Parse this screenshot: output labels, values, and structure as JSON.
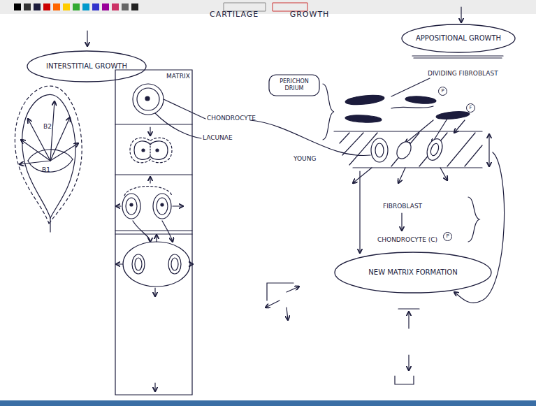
{
  "diagram": {
    "title": "CARTILAGE GROWTH",
    "nodes": [
      {
        "text": [
          "INTERSTITIAL GROWTH"
        ]
      },
      {
        "text": [
          "APPOSITIONAL GROWTH"
        ]
      },
      {
        "text": [
          "PERICHON DRIUM"
        ]
      },
      {
        "text": [
          "NEW MATRIX FORMATION"
        ]
      }
    ],
    "labels": [
      "MATRIX",
      "CHONDROCYTE",
      "LACUNAE",
      "DIVIDING FIBROBLAST",
      "P",
      "F",
      "YOUNG",
      "FIBROBLAST",
      "CHONDROCYTE (C)",
      "P",
      "B2",
      "B1"
    ]
  }
}
